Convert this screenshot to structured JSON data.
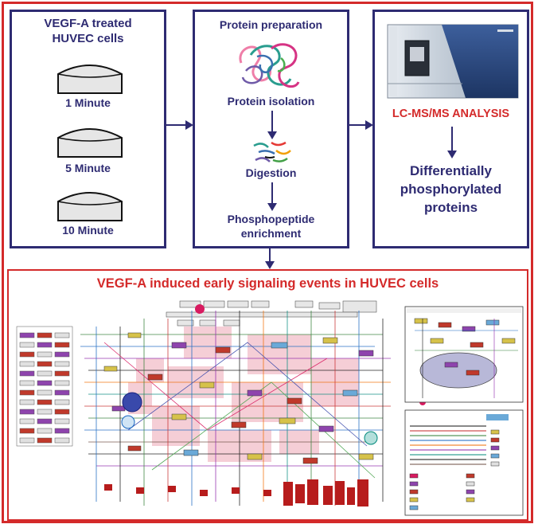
{
  "panel1": {
    "title_line1": "VEGF-A treated",
    "title_line2": "HUVEC cells",
    "timepoints": [
      "1 Minute",
      "5 Minute",
      "10 Minute"
    ]
  },
  "panel2": {
    "title": "Protein preparation",
    "step1": "Protein isolation",
    "step2": "Digestion",
    "step3_line1": "Phosphopeptide",
    "step3_line2": "enrichment"
  },
  "panel3": {
    "analysis": "LC-MS/MS ANALYSIS",
    "result_line1": "Differentially",
    "result_line2": "phosphorylated",
    "result_line3": "proteins"
  },
  "bottom": {
    "title": "VEGF-A induced early signaling events in HUVEC cells"
  },
  "colors": {
    "frame_red": "#d42a2a",
    "panel_navy": "#2e2b72",
    "arrow_navy": "#2e2b72",
    "pathway_pink": "#f4c6cf"
  }
}
